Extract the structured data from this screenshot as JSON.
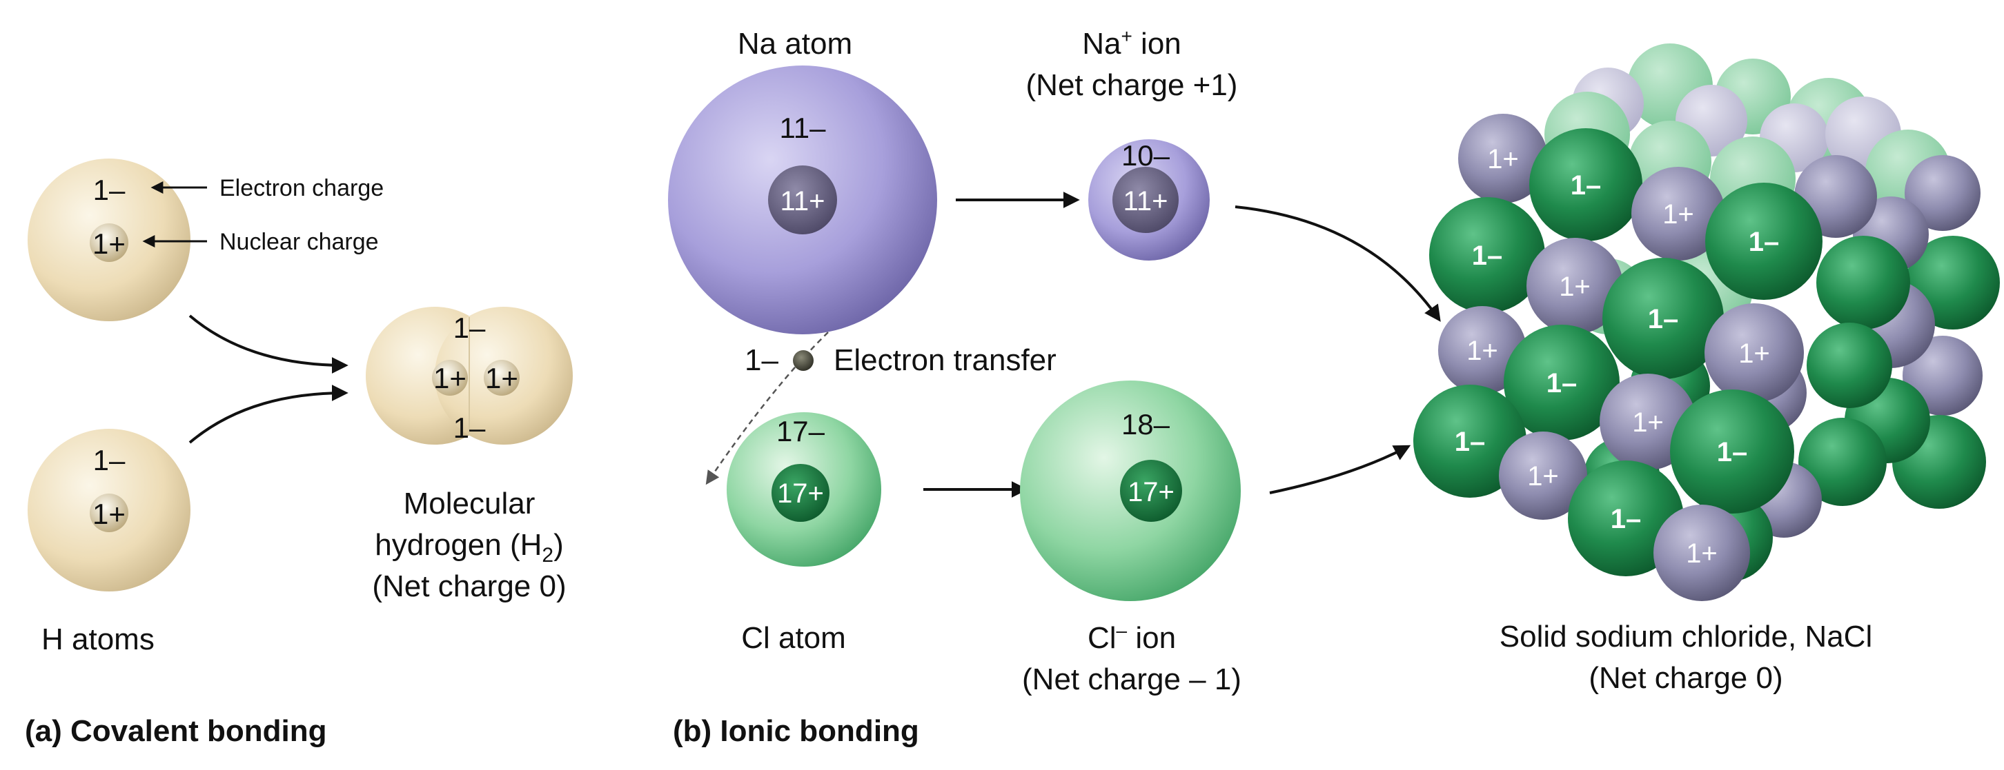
{
  "covalent": {
    "caption": "(a) Covalent bonding",
    "h_atoms_label": "H atoms",
    "electron_charge": "Electron charge",
    "nuclear_charge": "Nuclear charge",
    "atom_electron": "1–",
    "atom_nucleus": "1+",
    "molecule_line1": "Molecular",
    "molecule_line2": "hydrogen (H",
    "molecule_sub": "2",
    "molecule_close": ")",
    "molecule_line3": "(Net charge 0)"
  },
  "ionic": {
    "caption": "(b) Ionic bonding",
    "na_atom_label": "Na atom",
    "na_atom_electrons": "11–",
    "na_atom_nucleus": "11+",
    "na_ion_label_prefix": "Na",
    "na_ion_sup": "+",
    "na_ion_label_suffix": " ion",
    "na_ion_net": "(Net charge +1)",
    "na_ion_electrons": "10–",
    "na_ion_nucleus": "11+",
    "transfer_charge": "1–",
    "transfer_label": "Electron transfer",
    "cl_atom_label": "Cl atom",
    "cl_atom_electrons": "17–",
    "cl_atom_nucleus": "17+",
    "cl_ion_label_prefix": "Cl",
    "cl_ion_sup": "–",
    "cl_ion_label_suffix": " ion",
    "cl_ion_net": "(Net charge – 1)",
    "cl_ion_electrons": "18–",
    "cl_ion_nucleus": "17+",
    "solid_line1": "Solid sodium chloride, NaCl",
    "solid_line2": "(Net charge 0)",
    "lattice_cation": "1+",
    "lattice_anion": "1–"
  },
  "colors": {
    "hydrogen": "#efe3c4",
    "sodium": "#a7a0d8",
    "chlorine": "#8ed2a2",
    "lattice_green": "#1f8a4c",
    "lattice_purple": "#8e8caf"
  }
}
